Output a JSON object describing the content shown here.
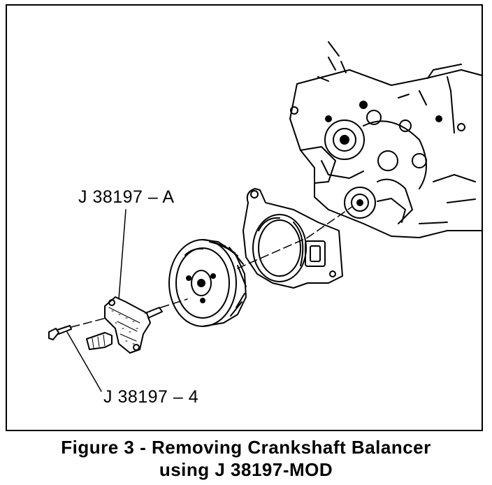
{
  "callouts": {
    "tool_a": "J 38197 – A",
    "tool_4": "J 38197 – 4"
  },
  "caption": {
    "line1": "Figure 3 - Removing Crankshaft Balancer",
    "line2": "using J 38197-MOD"
  }
}
